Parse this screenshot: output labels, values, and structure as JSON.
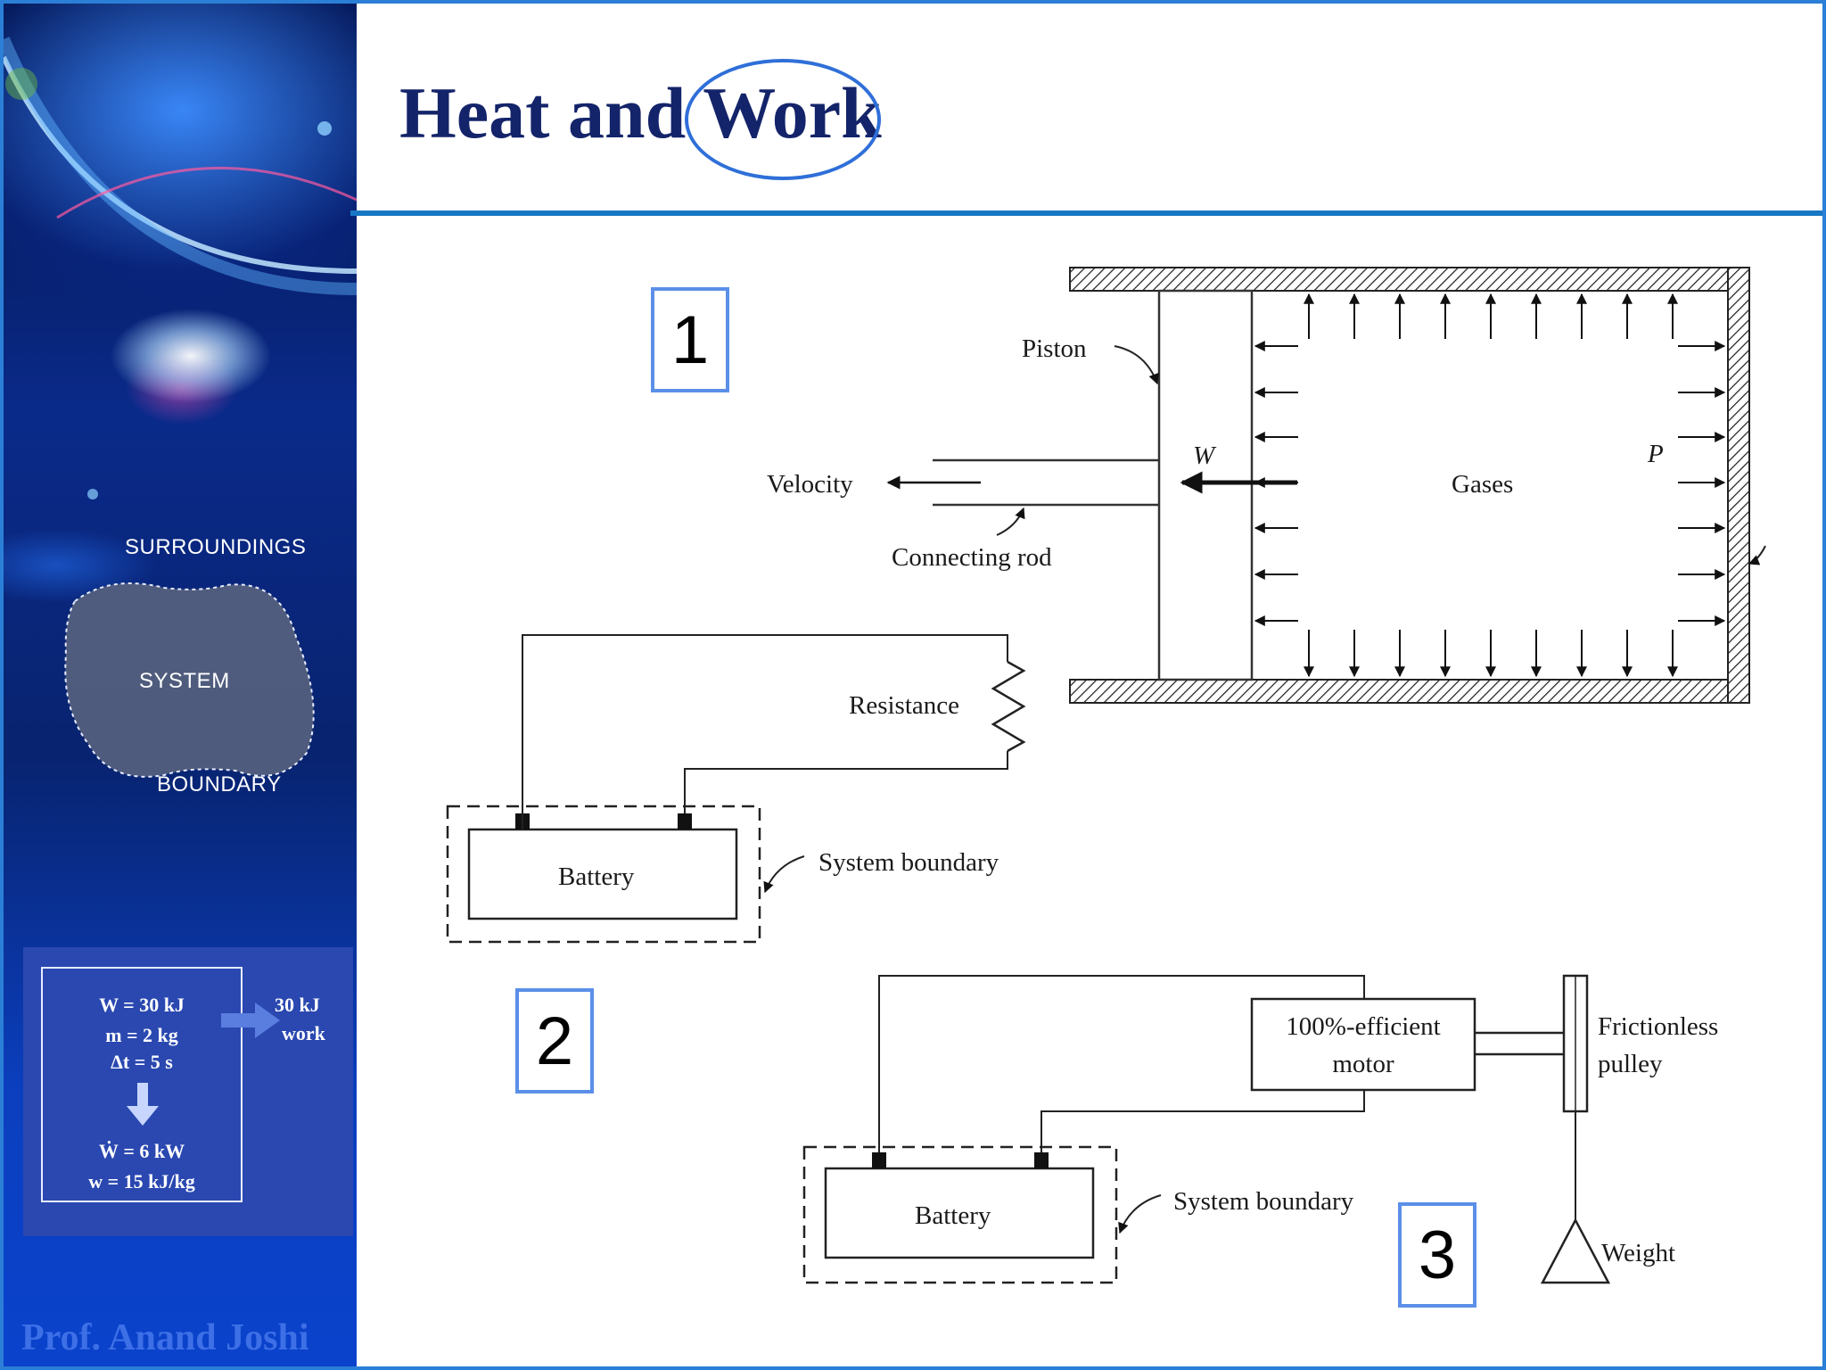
{
  "slide": {
    "title_part1": "Heat and",
    "title_part2": "Work",
    "author": "Prof. Anand  Joshi"
  },
  "sidebar": {
    "surroundings_label": "SURROUNDINGS",
    "system_label": "SYSTEM",
    "boundary_label": "BOUNDARY",
    "example": {
      "W": "W = 30 kJ",
      "m": "m = 2 kg",
      "dt": "Δt = 5 s",
      "work_out_1": "30 kJ",
      "work_out_2": "work",
      "Wdot": "Ẇ = 6 kW",
      "w": "w = 15 kJ/kg"
    }
  },
  "figure_numbers": [
    "1",
    "2",
    "3"
  ],
  "diagram1": {
    "piston": "Piston",
    "velocity": "Velocity",
    "connecting_rod": "Connecting rod",
    "w": "W",
    "gases": "Gases",
    "p": "P"
  },
  "diagram2": {
    "resistance": "Resistance",
    "battery": "Battery",
    "system_boundary": "System boundary"
  },
  "diagram3": {
    "motor_line1": "100%-efficient",
    "motor_line2": "motor",
    "pulley_line1": "Frictionless",
    "pulley_line2": "pulley",
    "battery": "Battery",
    "system_boundary": "System boundary",
    "weight": "Weight"
  },
  "colors": {
    "title": "#14246a",
    "accent_rule": "#1877c4",
    "highlight_ellipse": "#2f6fd8",
    "number_box_border": "#5b8fe8",
    "author": "#3d6fe6"
  }
}
